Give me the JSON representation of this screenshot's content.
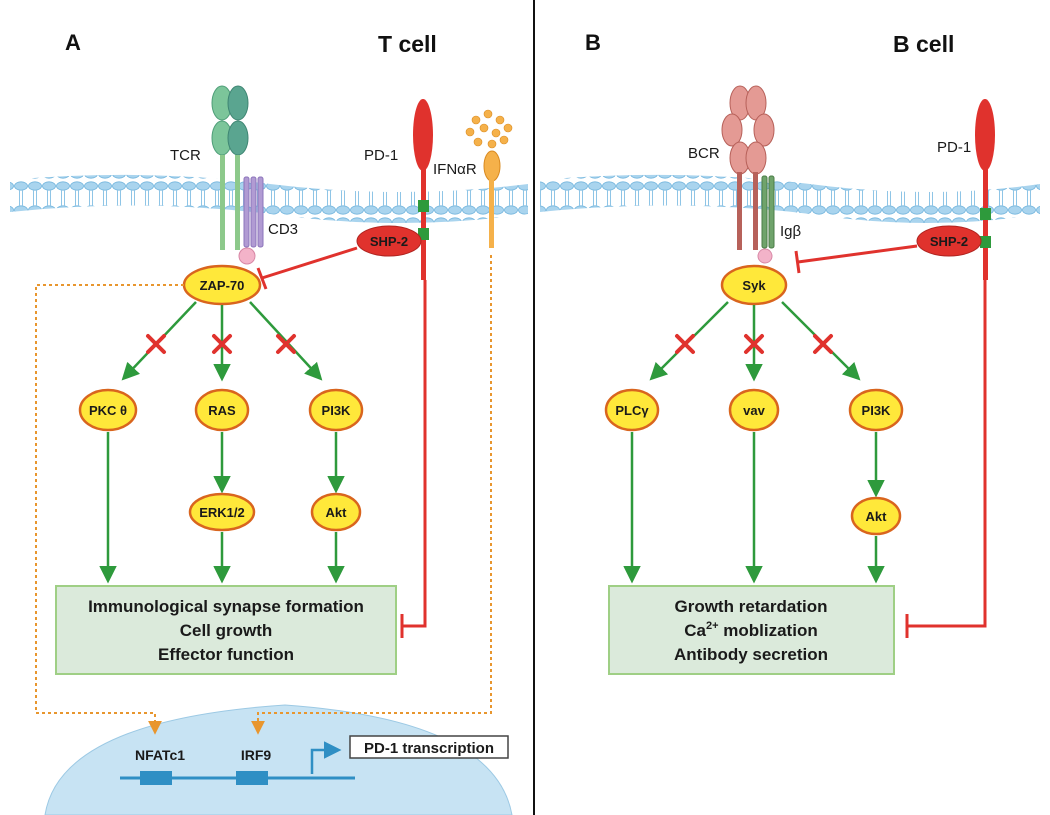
{
  "panels": {
    "A": {
      "letter": "A",
      "title": "T cell",
      "receptor_label": "TCR",
      "coreceptor_label": "CD3",
      "pd1_label": "PD-1",
      "ifn_label": "IFNαR",
      "shp2": "SHP-2",
      "kinase": "ZAP-70",
      "nodes": [
        "PKC θ",
        "RAS",
        "PI3K"
      ],
      "second_nodes": [
        "ERK1/2",
        "Akt"
      ],
      "effects": [
        "Immunological synapse formation",
        "Cell growth",
        "Effector function"
      ],
      "nucleus": {
        "genes": [
          "NFATc1",
          "IRF9"
        ],
        "transcription": "PD-1 transcription"
      }
    },
    "B": {
      "letter": "B",
      "title": "B cell",
      "receptor_label": "BCR",
      "coreceptor_label": "Igβ",
      "pd1_label": "PD-1",
      "shp2": "SHP-2",
      "kinase": "Syk",
      "nodes": [
        "PLCγ",
        "vav",
        "PI3K"
      ],
      "second_nodes": [
        "Akt"
      ],
      "effects": {
        "line1": "Growth retardation",
        "line2_prefix": "Ca",
        "line2_sup": "2+",
        "line2_suffix": " moblization",
        "line3": "Antibody secretion"
      }
    }
  },
  "colors": {
    "membrane": "#a9d4ee",
    "node_fill": "#ffe83a",
    "node_stroke": "#d9651e",
    "activation": "#2e9a3c",
    "inhibition": "#e0322d",
    "box_fill": "#dbeadb",
    "box_stroke": "#9fcf85",
    "nucleus": "#c7e3f3",
    "dotted": "#e8962e"
  }
}
